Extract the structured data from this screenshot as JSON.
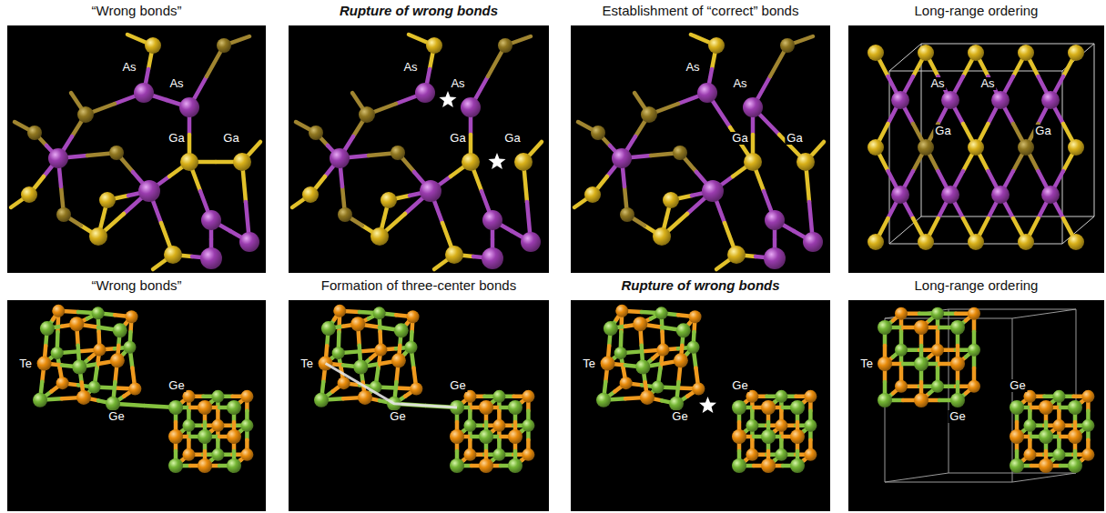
{
  "diagram": {
    "nodes": [
      {
        "text": [
          "“Wrong bonds”",
          "As",
          "As",
          "Ga",
          "Ga"
        ]
      },
      {
        "text": [
          "Rupture of wrong bonds",
          "As",
          "As",
          "Ga",
          "Ga"
        ]
      },
      {
        "text": [
          "Establishment of “correct” bonds",
          "As",
          "As",
          "Ga",
          "Ga"
        ]
      },
      {
        "text": [
          "Long-range ordering",
          "As",
          "As",
          "Ga",
          "Ga"
        ]
      },
      {
        "text": [
          "“Wrong bonds”",
          "Te",
          "Ge",
          "Ge"
        ]
      },
      {
        "text": [
          "Formation of three-center bonds",
          "Te",
          "Ge",
          "Ge"
        ]
      },
      {
        "text": [
          "Rupture of wrong bonds",
          "Te",
          "Ge",
          "Ge"
        ]
      },
      {
        "text": [
          "Long-range ordering",
          "Te",
          "Ge",
          "Ge"
        ]
      }
    ]
  }
}
